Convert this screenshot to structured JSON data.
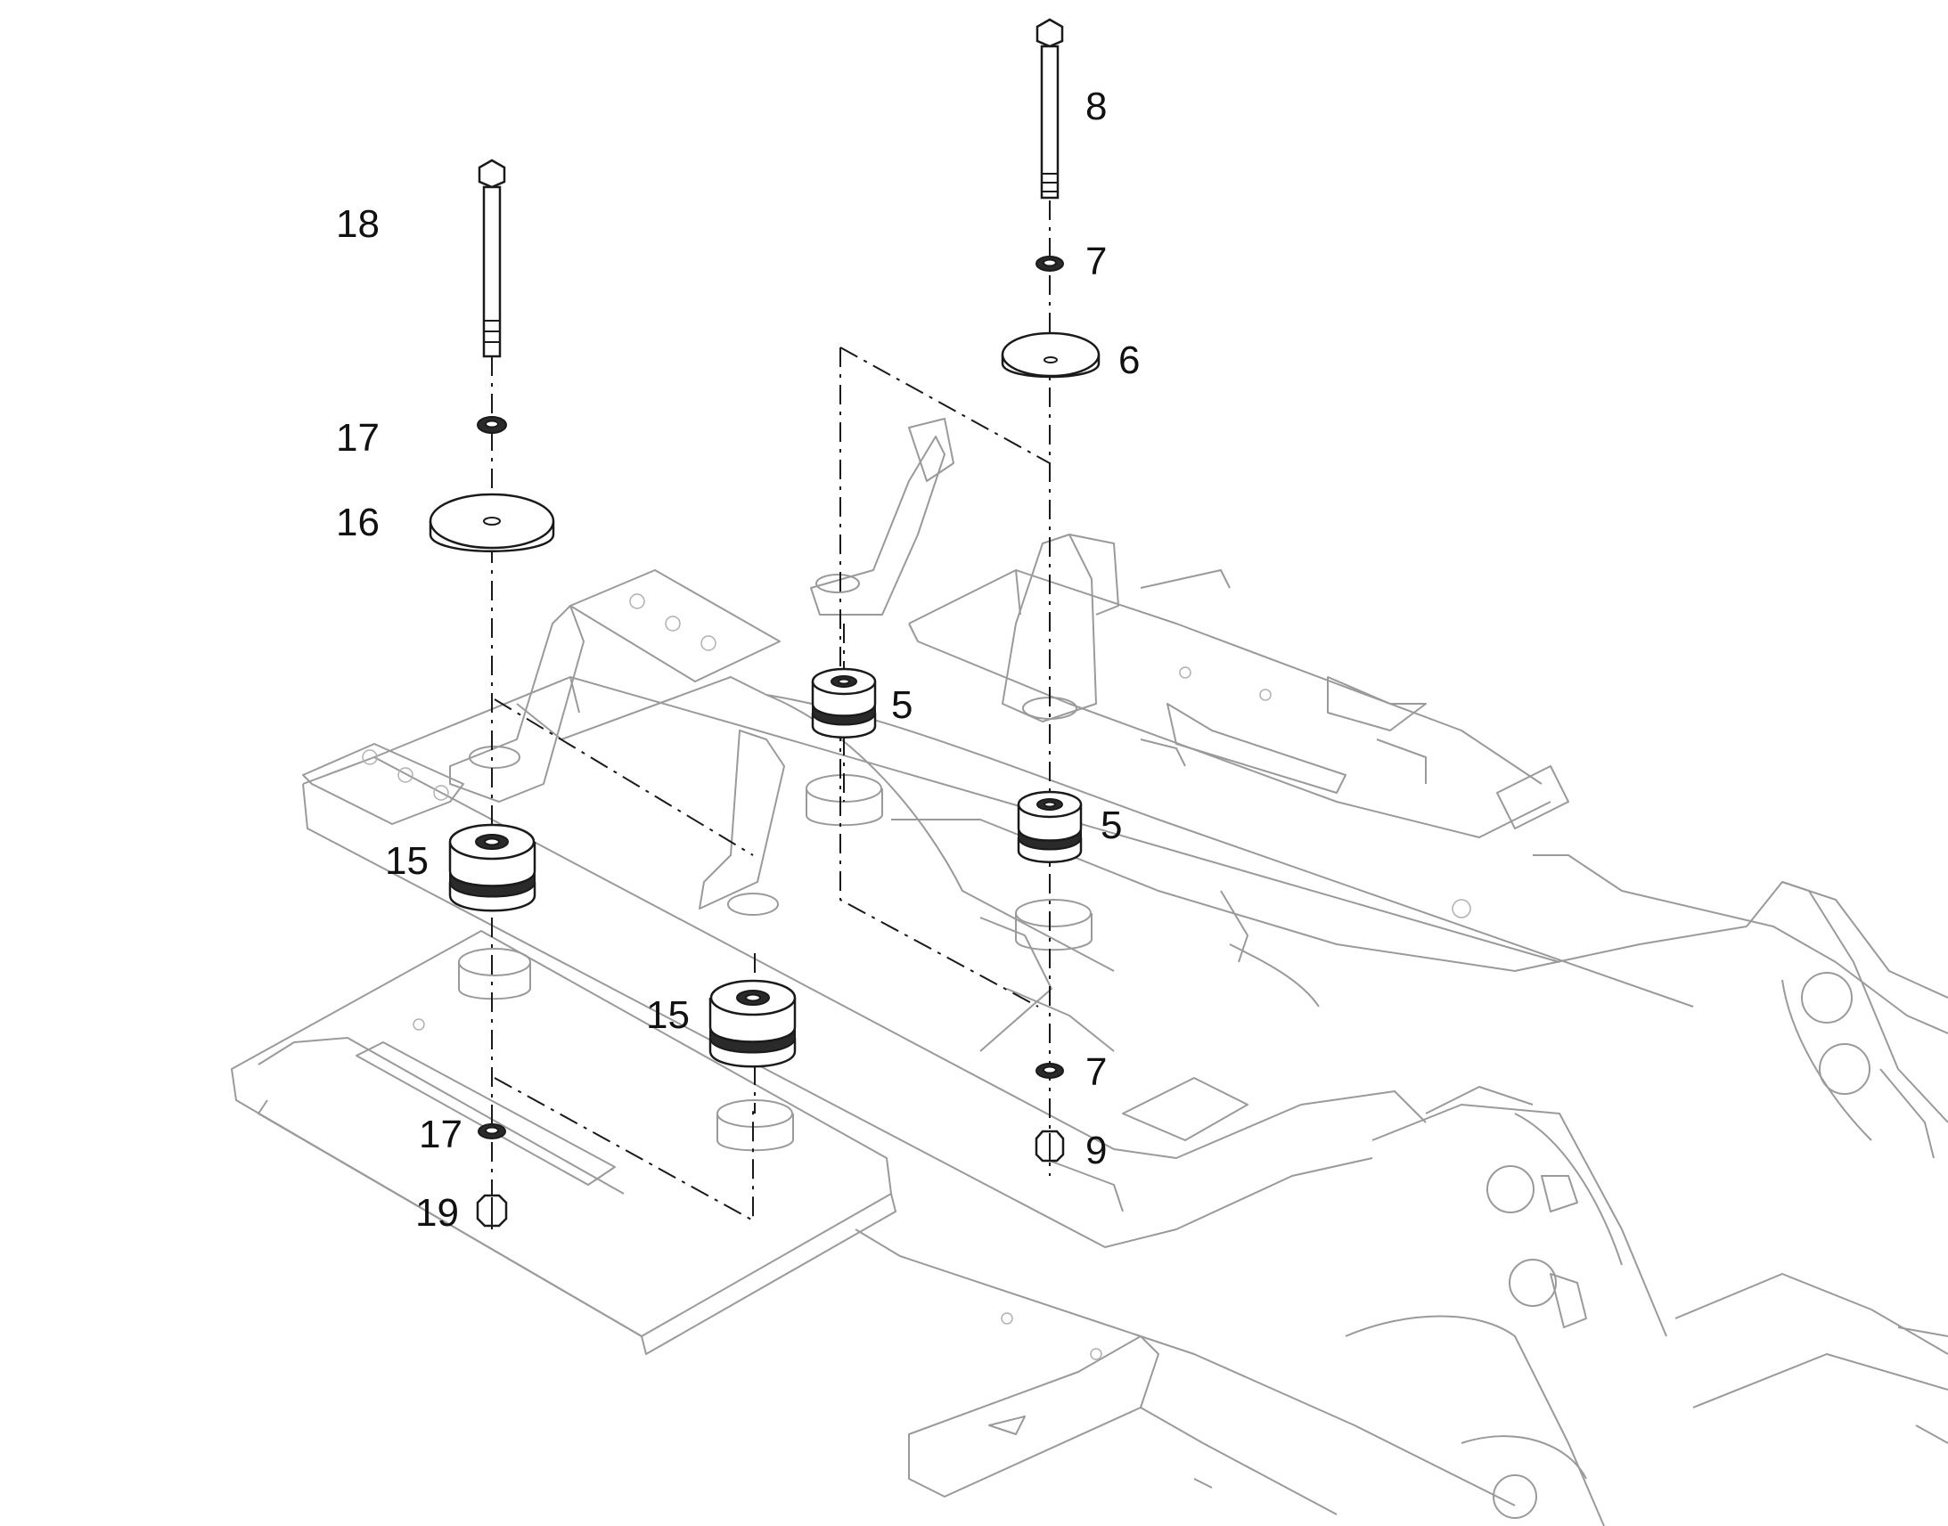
{
  "diagram": {
    "line_color": "#1a1a1a",
    "frame_color": "#9a9a9a",
    "callouts": {
      "c8": "8",
      "c7_top": "7",
      "c6": "6",
      "c18": "18",
      "c17_top": "17",
      "c16": "16",
      "c5_upper": "5",
      "c5_lower": "5",
      "c15_left": "15",
      "c15_mid": "15",
      "c7_bottom": "7",
      "c9": "9",
      "c17_bottom": "17",
      "c19": "19"
    }
  }
}
